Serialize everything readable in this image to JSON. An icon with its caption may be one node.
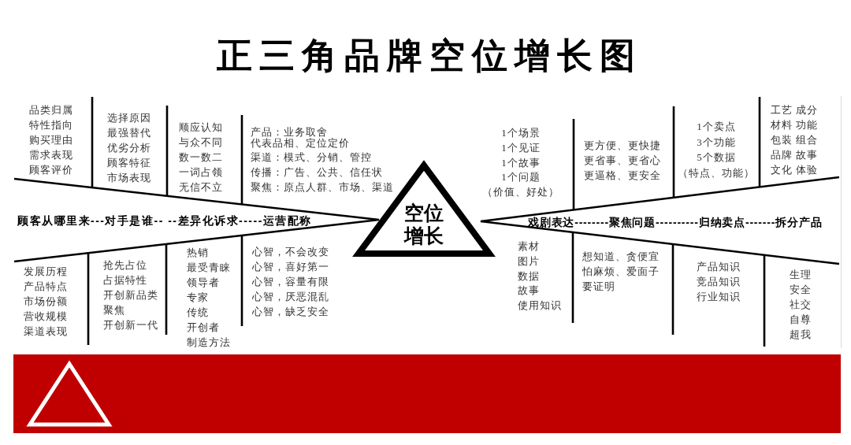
{
  "diagram": {
    "title": "正三角品牌空位增长图",
    "nodes": [
      {
        "text": [
          "空位增长"
        ]
      }
    ],
    "labels": [
      "品类归属",
      "特性指向",
      "购买理由",
      "需求表现",
      "顾客评价",
      "选择原因",
      "最强替代",
      "优劣分析",
      "顾客特征",
      "市场表现",
      "顺应认知",
      "与众不同",
      "数一数二",
      "一词占领",
      "无信不立",
      "产品：业务取舍",
      "代表品相、定位定价",
      "渠道：模式、分销、管控",
      "传播：广告、公共、信任状",
      "聚焦：原点人群、市场、渠道",
      "顾客从哪里来---对手是谁-- --差异化诉求-----运营配称",
      "发展历程",
      "产品特点",
      "市场份额",
      "营收规模",
      "渠道表现",
      "抢先占位",
      "占据特性",
      "开创新品类",
      "聚焦",
      "开创新一代",
      "热销",
      "最受青睐",
      "领导者",
      "专家",
      "传统",
      "开创者",
      "制造方法",
      "心智，不会改变",
      "心智，喜好第一",
      "心智，容量有限",
      "心智，厌恶混乱",
      "心智，缺乏安全",
      "1个场景",
      "1个见证",
      "1个故事",
      "1个问题",
      "（价值、好处）",
      "更方便、更快捷",
      "更省事、更省心",
      "更逼格、更安全",
      "1个卖点",
      "3个功能",
      "5个数据",
      "（特点、功能）",
      "工艺 成分",
      "材料 功能",
      "包装 组合",
      "品牌 故事",
      "文化 体验",
      "戏剧表达--------聚焦问题----------归纳卖点-------拆分产品",
      "素材",
      "图片",
      "数据",
      "故事",
      "使用知识",
      "想知道、贪便宜",
      "怕麻烦、爱面子",
      "要证明",
      "产品知识",
      "竞品知识",
      "行业知识",
      "生理",
      "安全",
      "社交",
      "自尊",
      "超我"
    ]
  }
}
